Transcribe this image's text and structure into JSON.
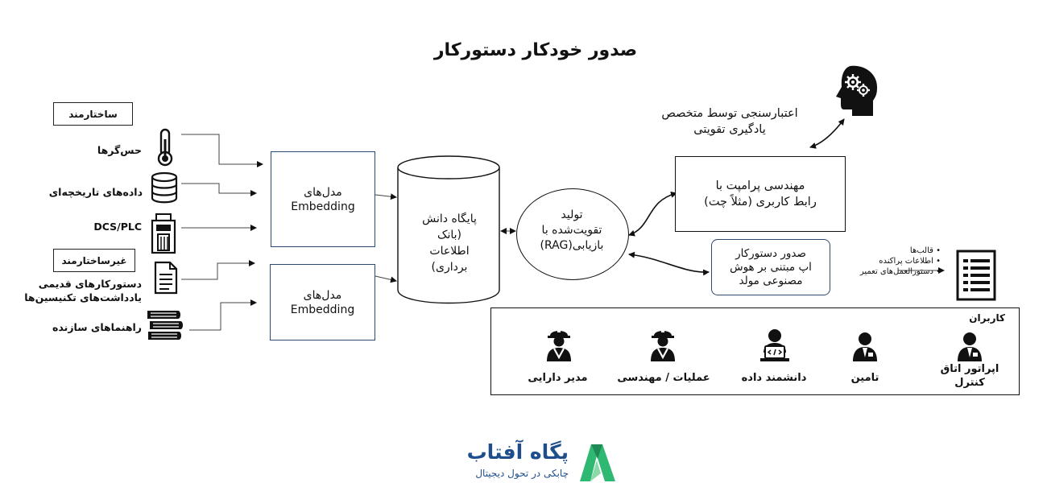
{
  "title": "صدور خودکار دستورکار",
  "categories": {
    "structured": "ساختارمند",
    "unstructured": "غیرساختارمند"
  },
  "sources": [
    {
      "label": "حس‌گرها",
      "icon": "thermometer-icon"
    },
    {
      "label": "داده‌های تاریخچه‌ای",
      "icon": "database-icon"
    },
    {
      "label": "DCS/PLC",
      "icon": "controller-icon"
    },
    {
      "label": "دستورکارهای قدیمی\nیادداشت‌های تکنیسین‌ها",
      "icon": "document-icon"
    },
    {
      "label": "راهنماهای سازنده",
      "icon": "books-icon"
    }
  ],
  "embedding_top": {
    "line1": "مدل‌های",
    "line2": "Embedding"
  },
  "embedding_bottom": {
    "line1": "مدل‌های",
    "line2": "Embedding"
  },
  "knowledge_base": "پایگاه دانش\n(بانک\nاطلاعات\nبرداری)",
  "rag": "تولید\nتقویت‌شده با\nبازیابی(RAG)",
  "prompt_engineering": "مهندسی پرامپت با\nرابط کاربری (مثلاً چت)",
  "expert_validation": "اعتبارسنجی توسط متخصص\nیادگیری تقویتی",
  "work_order_app": "صدور دستورکار\nاپ مبتنی بر هوش\nمصنوعی مولد",
  "outputs": [
    "قالب‌ها",
    "اطلاعات پراکنده",
    "دستورالعمل‌های تعمیر"
  ],
  "users_title": "کاربران",
  "users": [
    {
      "label": "اپراتور اتاق\nکنترل",
      "icon": "operator-icon"
    },
    {
      "label": "تامین",
      "icon": "procurement-icon"
    },
    {
      "label": "دانشمند داده",
      "icon": "data-scientist-icon"
    },
    {
      "label": "عملیات / مهندسی",
      "icon": "engineer-icon"
    },
    {
      "label": "مدیر دارایی",
      "icon": "asset-manager-icon"
    }
  ],
  "brand": {
    "name": "پگاه آفتاب",
    "tagline": "چابکی در تحول دیجیتال"
  },
  "colors": {
    "box_border": "#2b4a6f",
    "brand_blue": "#1f4e8c",
    "brand_green": "#2eb872"
  }
}
